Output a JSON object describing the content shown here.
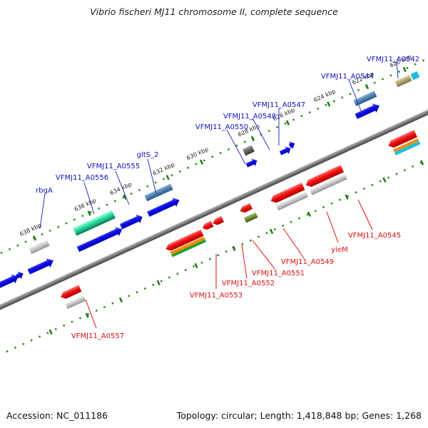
{
  "title": "Vibrio fischeri MJ11 chromosome II, complete sequence",
  "footer": {
    "accession": "Accession: NC_011186",
    "summary": "Topology: circular; Length: 1,418,848 bp; Genes: 1,268"
  },
  "colors": {
    "backbone": "#808080",
    "tick_green": "#3a8a1a",
    "forward_label": "#1010c0",
    "reverse_label": "#dd1010",
    "cds": "#0a0ae0",
    "gene_red": "#ee1010",
    "gene_gray": "#b0b0b0"
  },
  "ticks": [
    "620 kbp",
    "622 kbp",
    "624 kbp",
    "626 kbp",
    "628 kbp",
    "630 kbp",
    "632 kbp",
    "634 kbp",
    "636 kbp",
    "638 kbp"
  ],
  "forward_genes": [
    "VFMJ11_A0542",
    "VFMJ11_A0544",
    "VFMJ11_A0547",
    "VFMJ11_A0548",
    "VFMJ11_A0550",
    "gltS_2",
    "VFMJ11_A0555",
    "VFMJ11_A0556",
    "rbgA"
  ],
  "reverse_genes": [
    "VFMJ11_A0545",
    "yieM",
    "VFMJ11_A0549",
    "VFMJ11_A0551",
    "VFMJ11_A0552",
    "VFMJ11_A0553",
    "VFMJ11_A0557"
  ]
}
